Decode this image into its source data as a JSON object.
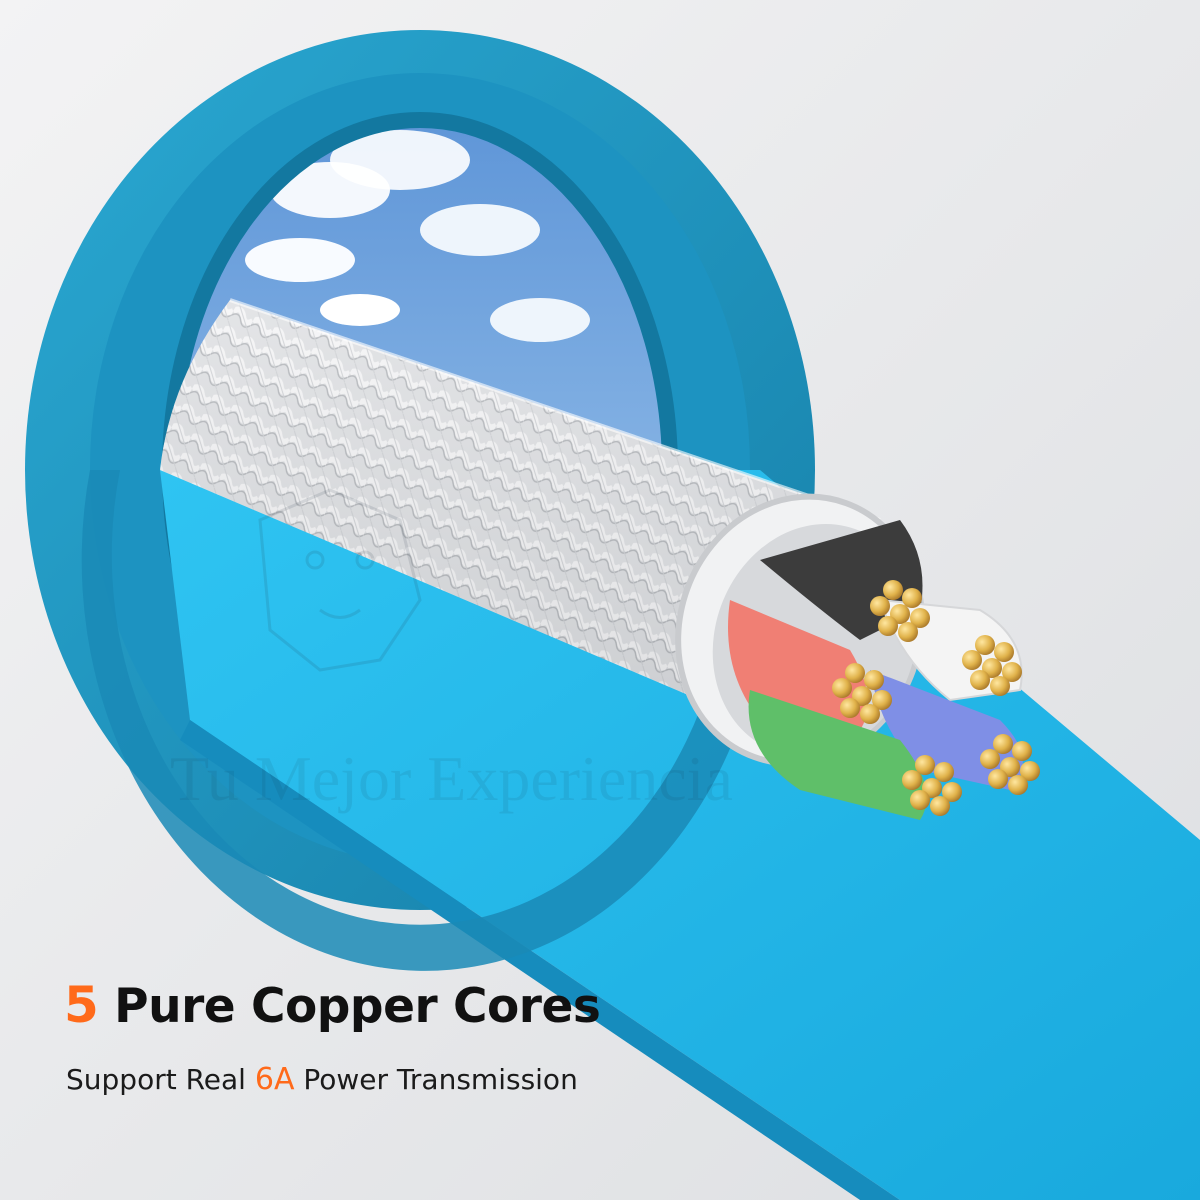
{
  "caption": {
    "headline_number": "5",
    "headline_rest": "Pure Copper Cores",
    "sub_prefix": "Support Real",
    "sub_highlight": "6A",
    "sub_suffix": "Power Transmission"
  },
  "watermark": {
    "text": "Tu Mejor Experiencia"
  },
  "colors": {
    "accent": "#ff6a1a",
    "ring": "#1f9fc9",
    "board": "#2ec0ee",
    "wall": "#e9eaec",
    "copper": "#e0b24a"
  },
  "cores": [
    {
      "name": "black-core",
      "color": "#3c3c3c"
    },
    {
      "name": "white-core",
      "color": "#f4f4f4"
    },
    {
      "name": "red-core",
      "color": "#f07f74"
    },
    {
      "name": "blue-core",
      "color": "#7f8fe6"
    },
    {
      "name": "green-core",
      "color": "#5fbf69"
    }
  ]
}
